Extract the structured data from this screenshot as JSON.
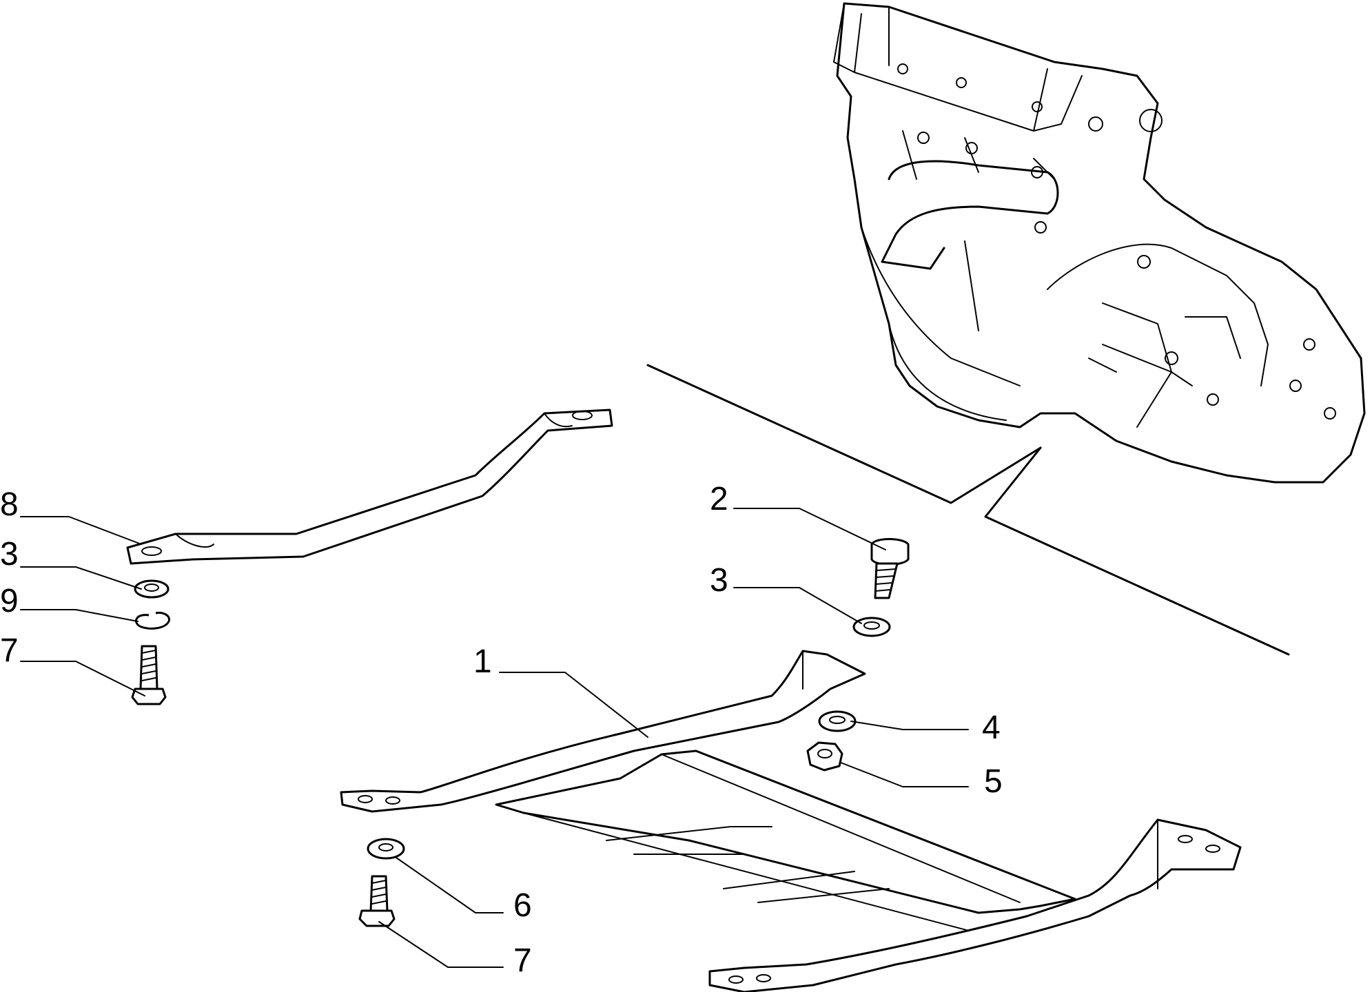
{
  "callouts": [
    {
      "id": "c1",
      "label": "1"
    },
    {
      "id": "c2",
      "label": "2"
    },
    {
      "id": "c3a",
      "label": "3"
    },
    {
      "id": "c3b",
      "label": "3"
    },
    {
      "id": "c4",
      "label": "4"
    },
    {
      "id": "c5",
      "label": "5"
    },
    {
      "id": "c6",
      "label": "6"
    },
    {
      "id": "c7a",
      "label": "7"
    },
    {
      "id": "c7b",
      "label": "7"
    },
    {
      "id": "c8",
      "label": "8"
    },
    {
      "id": "c9",
      "label": "9"
    }
  ]
}
